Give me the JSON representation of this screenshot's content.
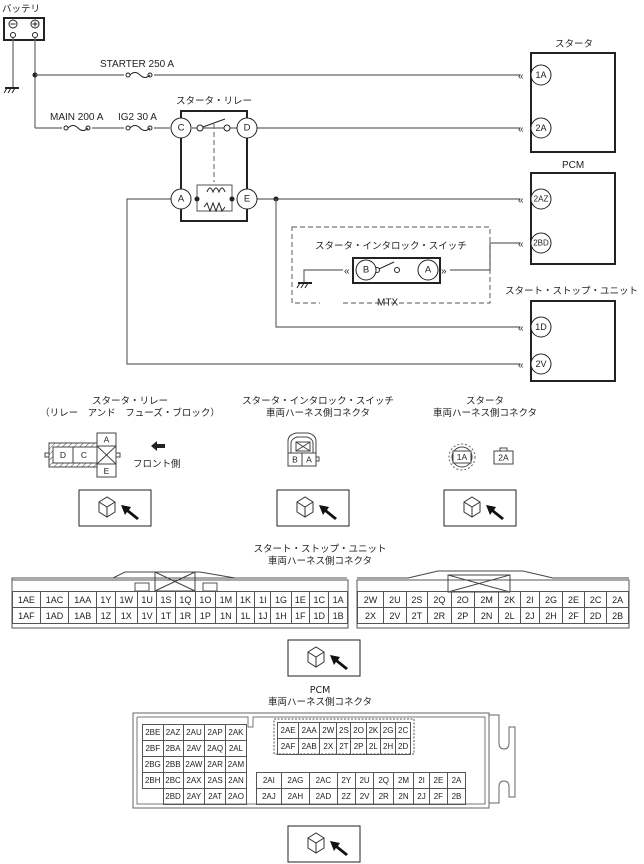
{
  "wiring": {
    "battery": {
      "label": "バッテリ",
      "neg": "⊖",
      "pos": "⊕"
    },
    "fuses": {
      "starter": "STARTER 250 A",
      "main": "MAIN 200 A",
      "ig2": "IG2 30 A"
    },
    "starter_relay": {
      "label": "スタータ・リレー",
      "pins": [
        "C",
        "D",
        "A",
        "E"
      ]
    },
    "starter": {
      "label": "スタータ",
      "pins": [
        "1A",
        "2A"
      ]
    },
    "pcm": {
      "label": "PCM",
      "pins": [
        "2AZ",
        "2BD"
      ]
    },
    "interlock_switch": {
      "label": "スタータ・インタロック・スイッチ",
      "pins": [
        "B",
        "A"
      ],
      "group": "MTX"
    },
    "start_stop_unit": {
      "label": "スタート・ストップ・ユニット",
      "pins": [
        "1D",
        "2V"
      ]
    }
  },
  "connectors": {
    "relay": {
      "title1": "スタータ・リレー",
      "title2": "（リレー　アンド　フューズ・ブロック）",
      "pins": [
        "D",
        "C",
        "A",
        "E"
      ],
      "front": "フロント側"
    },
    "interlock": {
      "title1": "スタータ・インタロック・スイッチ",
      "title2": "車両ハーネス側コネクタ",
      "pins": [
        "B",
        "A"
      ]
    },
    "starter": {
      "title1": "スタータ",
      "title2": "車両ハーネス側コネクタ",
      "pins": [
        "1A",
        "2A"
      ]
    },
    "ssu": {
      "title1": "スタート・ストップ・ユニット",
      "title2": "車両ハーネス側コネクタ",
      "left_rows": [
        [
          "1AE",
          "1AC",
          "1AA",
          "1Y",
          "1W",
          "1U",
          "1S",
          "1Q",
          "1O",
          "1M",
          "1K",
          "1I",
          "1G",
          "1E",
          "1C",
          "1A"
        ],
        [
          "1AF",
          "1AD",
          "1AB",
          "1Z",
          "1X",
          "1V",
          "1T",
          "1R",
          "1P",
          "1N",
          "1L",
          "1J",
          "1H",
          "1F",
          "1D",
          "1B"
        ]
      ],
      "right_rows": [
        [
          "2W",
          "2U",
          "2S",
          "2Q",
          "2O",
          "2M",
          "2K",
          "2I",
          "2G",
          "2E",
          "2C",
          "2A"
        ],
        [
          "2X",
          "2V",
          "2T",
          "2R",
          "2P",
          "2N",
          "2L",
          "2J",
          "2H",
          "2F",
          "2D",
          "2B"
        ]
      ]
    },
    "pcm": {
      "title1": "PCM",
      "title2": "車両ハーネス側コネクタ",
      "left_rows": [
        [
          "2BE",
          "2AZ",
          "2AU",
          "2AP",
          "2AK"
        ],
        [
          "2BF",
          "2BA",
          "2AV",
          "2AQ",
          "2AL"
        ],
        [
          "2BG",
          "2BB",
          "2AW",
          "2AR",
          "2AM"
        ],
        [
          "2BH",
          "2BC",
          "2AX",
          "2AS",
          "2AN"
        ],
        [
          "",
          "2BD",
          "2AY",
          "2AT",
          "2AO"
        ]
      ],
      "top_rows": [
        [
          "2AE",
          "2AA",
          "2W",
          "2S",
          "2O",
          "2K",
          "2G",
          "2C"
        ],
        [
          "2AF",
          "2AB",
          "2X",
          "2T",
          "2P",
          "2L",
          "2H",
          "2D"
        ]
      ],
      "bottom_rows": [
        [
          "2AI",
          "2AG",
          "2AC",
          "2Y",
          "2U",
          "2Q",
          "2M",
          "2I",
          "2E",
          "2A"
        ],
        [
          "2AJ",
          "2AH",
          "2AD",
          "2Z",
          "2V",
          "2R",
          "2N",
          "2J",
          "2F",
          "2B"
        ]
      ]
    }
  }
}
